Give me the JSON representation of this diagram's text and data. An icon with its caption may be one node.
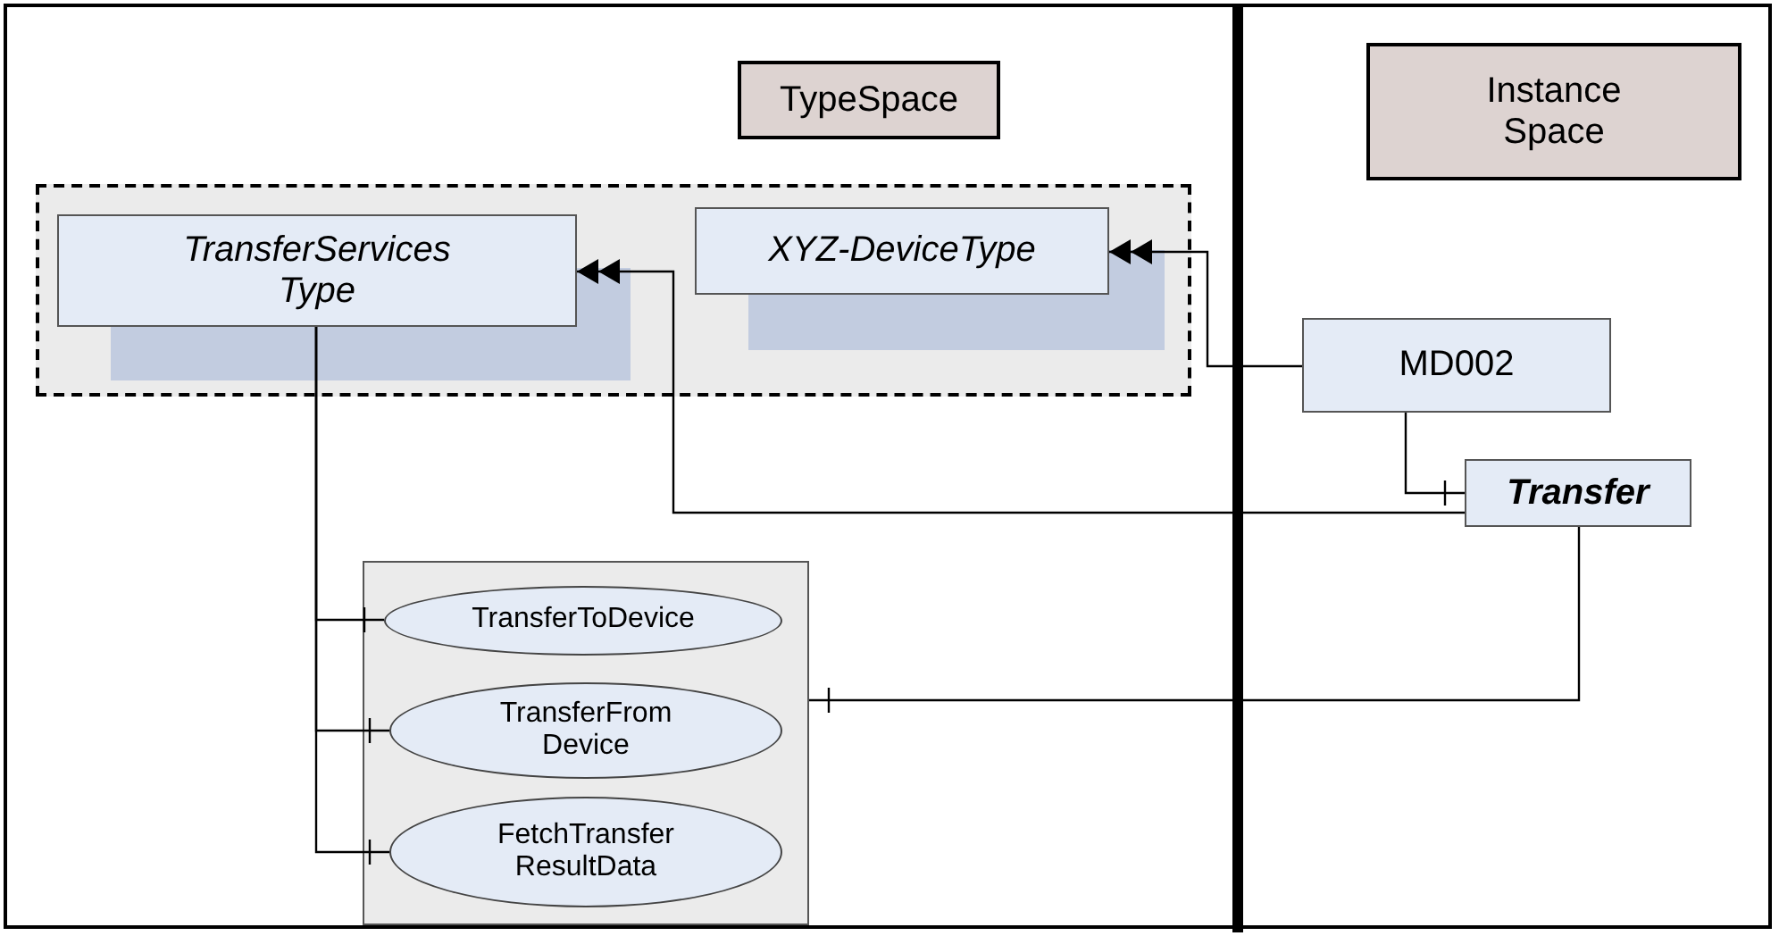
{
  "diagram": {
    "nodes": [
      {
        "text": [
          "TypeSpace"
        ]
      },
      {
        "text": [
          "Instance Space"
        ]
      },
      {
        "text": [],
        "shape": "box"
      },
      {
        "text": [
          "TransferServices Type"
        ],
        "in": 2
      },
      {
        "text": [
          "XYZ-DeviceType"
        ],
        "in": 2
      },
      {
        "text": [
          "MD002"
        ]
      },
      {
        "text": [
          "Transfer"
        ]
      },
      {
        "text": [],
        "shape": "box"
      },
      {
        "text": [
          "TransferToDevice"
        ],
        "in": 7
      },
      {
        "text": [
          "TransferFrom Device"
        ],
        "in": 7
      },
      {
        "text": [
          "FetchTransfer ResultData"
        ],
        "in": 7
      }
    ],
    "edges": [
      {
        "from": 5,
        "to": 4,
        "arrow": "to"
      },
      {
        "from": 6,
        "to": 3,
        "arrow": "to"
      },
      {
        "from": 3,
        "to": 8,
        "arrow": "other"
      },
      {
        "from": 3,
        "to": 9,
        "arrow": "other"
      },
      {
        "from": 3,
        "to": 10,
        "arrow": "other"
      },
      {
        "from": 5,
        "to": 6,
        "arrow": "other"
      },
      {
        "from": 6,
        "to": 7,
        "arrow": "other"
      }
    ]
  }
}
